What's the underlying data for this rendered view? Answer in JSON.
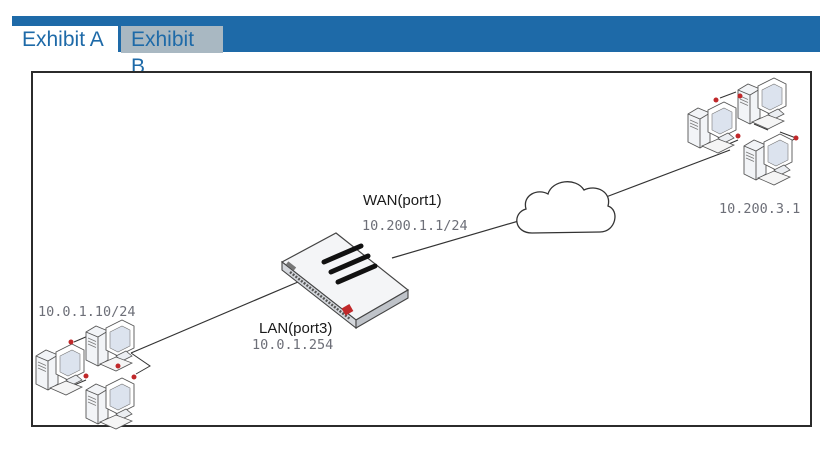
{
  "tabs": [
    {
      "label": "Exhibit A",
      "active": true
    },
    {
      "label": "Exhibit B",
      "active": false
    }
  ],
  "colors": {
    "tab_bar": "#1e6aa8",
    "tab_inactive": "#a9b8c2",
    "link_dot": "#c0282a",
    "ip_text": "#6d6f78"
  },
  "diagram": {
    "wan_label": "WAN(port1)",
    "wan_ip": "10.200.1.1/24",
    "lan_label": "LAN(port3)",
    "lan_ip": "10.0.1.254",
    "lan_host_ip": "10.0.1.10/24",
    "remote_host_ip": "10.200.3.1"
  },
  "icons": {
    "firewall": "firewall-appliance-icon",
    "cloud": "internet-cloud-icon",
    "computers": "desktop-computer-icon"
  }
}
